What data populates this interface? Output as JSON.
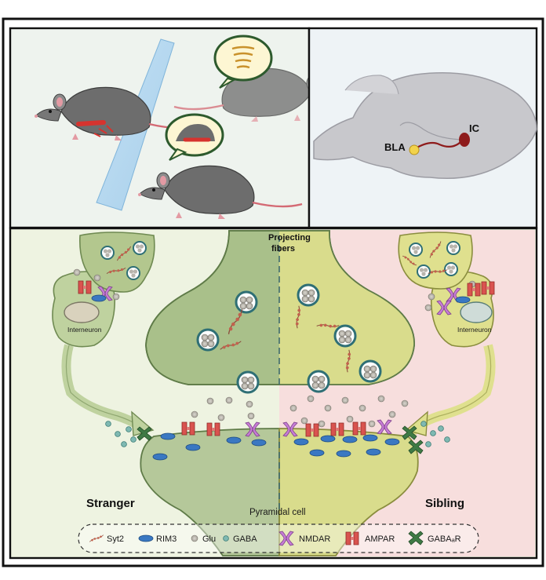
{
  "brain": {
    "region_bla": "BLA",
    "region_ic": "IC"
  },
  "synapse": {
    "projecting_line1": "Projecting",
    "projecting_line2": "fibers",
    "interneuron_left": "Interneuron",
    "interneuron_right": "Interneuron",
    "pyramidal": "Pyramidal cell",
    "stranger": "Stranger",
    "sibling": "Sibling"
  },
  "legend": {
    "items": [
      "Syt2",
      "RIM3",
      "Glu",
      "GABA",
      "NMDAR",
      "AMPAR",
      "GABAₐR"
    ]
  },
  "colors": {
    "stranger_bg": "#eef3e1",
    "sibling_bg": "#f7dedd",
    "neuron_green": "#a9c08a",
    "neuron_yellow": "#d9dc8c",
    "ampar": "#d9534f",
    "nmdar": "#c77dd6",
    "gabaar": "#3f7a45",
    "rim3": "#3a78c2",
    "mouse_body": "#6d6d6d"
  }
}
